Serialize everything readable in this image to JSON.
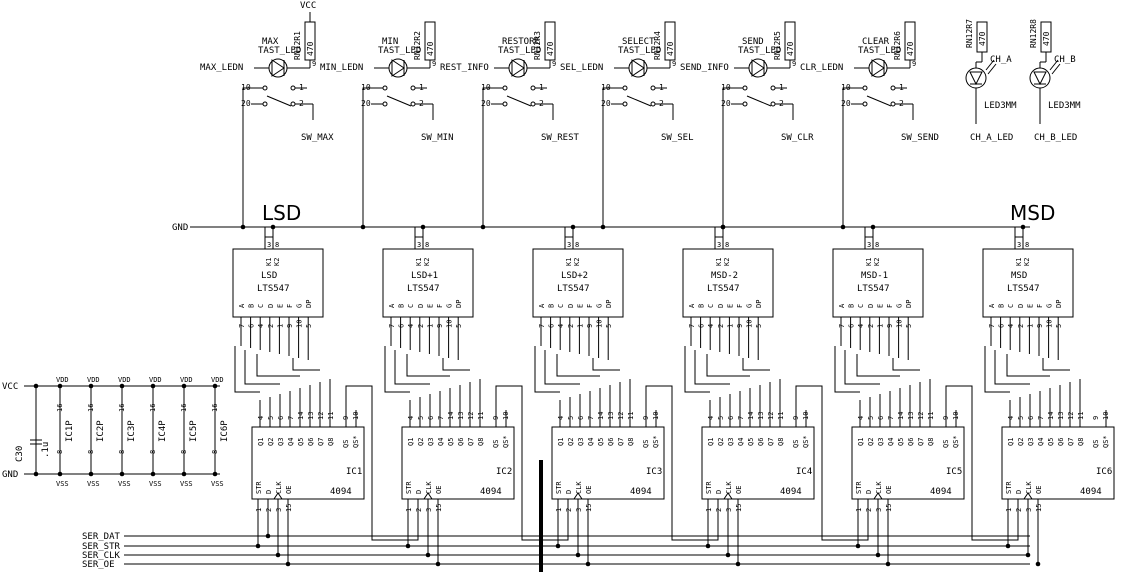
{
  "labels": {
    "vcc_top": "VCC",
    "gnd": "GND",
    "lsd": "LSD",
    "msd": "MSD",
    "vcc_left": "VCC",
    "gnd_left": "GND"
  },
  "buttons": [
    {
      "title": "MAX",
      "part": "TAST_LED",
      "res": "RN12R1",
      "resval": "470",
      "led_net": "MAX_LEDN",
      "sw_net": "SW_MAX"
    },
    {
      "title": "MIN",
      "part": "TAST_LED",
      "res": "RN12R2",
      "resval": "470",
      "led_net": "MIN_LEDN",
      "sw_net": "SW_MIN"
    },
    {
      "title": "RESTORE",
      "part": "TAST_LED",
      "res": "RN12R3",
      "resval": "470",
      "led_net": "REST_INFO",
      "sw_net": "SW_REST"
    },
    {
      "title": "SELECT",
      "part": "TAST_LED",
      "res": "RN12R4",
      "resval": "470",
      "led_net": "SEL_LEDN",
      "sw_net": "SW_SEL"
    },
    {
      "title": "SEND",
      "part": "TAST_LED",
      "res": "RN12R5",
      "resval": "470",
      "led_net": "SEND_INFO",
      "sw_net": "SW_CLR"
    },
    {
      "title": "CLEAR",
      "part": "TAST_LED",
      "res": "RN12R6",
      "resval": "470",
      "led_net": "CLR_LEDN",
      "sw_net": "SW_SEND"
    }
  ],
  "sw_pins": {
    "p10": "10",
    "p20": "20",
    "p1": "1",
    "p2": "2",
    "p9": "9"
  },
  "channel_leds": [
    {
      "res": "RN12R7",
      "resval": "470",
      "name": "CH_A",
      "part": "LED3MM",
      "net": "CH_A_LED"
    },
    {
      "res": "RN12R8",
      "resval": "470",
      "name": "CH_B",
      "part": "LED3MM",
      "net": "CH_B_LED"
    }
  ],
  "displays": [
    {
      "name": "LSD",
      "part": "LTS547"
    },
    {
      "name": "LSD+1",
      "part": "LTS547"
    },
    {
      "name": "LSD+2",
      "part": "LTS547"
    },
    {
      "name": "MSD-2",
      "part": "LTS547"
    },
    {
      "name": "MSD-1",
      "part": "LTS547"
    },
    {
      "name": "MSD",
      "part": "LTS547"
    }
  ],
  "display_pins": {
    "top": [
      "3",
      "8"
    ],
    "k": [
      "K1",
      "K2"
    ],
    "segments": [
      "A",
      "B",
      "C",
      "D",
      "E",
      "F",
      "G",
      "DP"
    ],
    "seg_nums": [
      "7",
      "6",
      "4",
      "2",
      "1",
      "9",
      "10",
      "5"
    ]
  },
  "registers": [
    {
      "name": "IC1",
      "part": "4094"
    },
    {
      "name": "IC2",
      "part": "4094"
    },
    {
      "name": "IC3",
      "part": "4094"
    },
    {
      "name": "IC4",
      "part": "4094"
    },
    {
      "name": "IC5",
      "part": "4094"
    },
    {
      "name": "IC6",
      "part": "4094"
    }
  ],
  "register_pins": {
    "q_labels": [
      "Q1",
      "Q2",
      "Q3",
      "Q4",
      "Q5",
      "Q6",
      "Q7",
      "Q8"
    ],
    "q_nums": [
      "4",
      "5",
      "6",
      "7",
      "14",
      "13",
      "12",
      "11"
    ],
    "qs": [
      "QS",
      "QS*"
    ],
    "qs_nums": [
      "9",
      "10"
    ],
    "in_labels": [
      "STR",
      "D",
      "CLK",
      "OE"
    ],
    "in_nums": [
      "1",
      "2",
      "3",
      "15"
    ]
  },
  "power": {
    "ics": [
      "IC1P",
      "IC2P",
      "IC3P",
      "IC4P",
      "IC5P",
      "IC6P"
    ],
    "vdd": "VDD",
    "vss": "VSS",
    "pin16": "16",
    "pin8": "8",
    "cap": "C30",
    "capval": ".1u"
  },
  "bus": [
    "SER_DAT",
    "SER_STR",
    "SER_CLK",
    "SER_OE"
  ]
}
